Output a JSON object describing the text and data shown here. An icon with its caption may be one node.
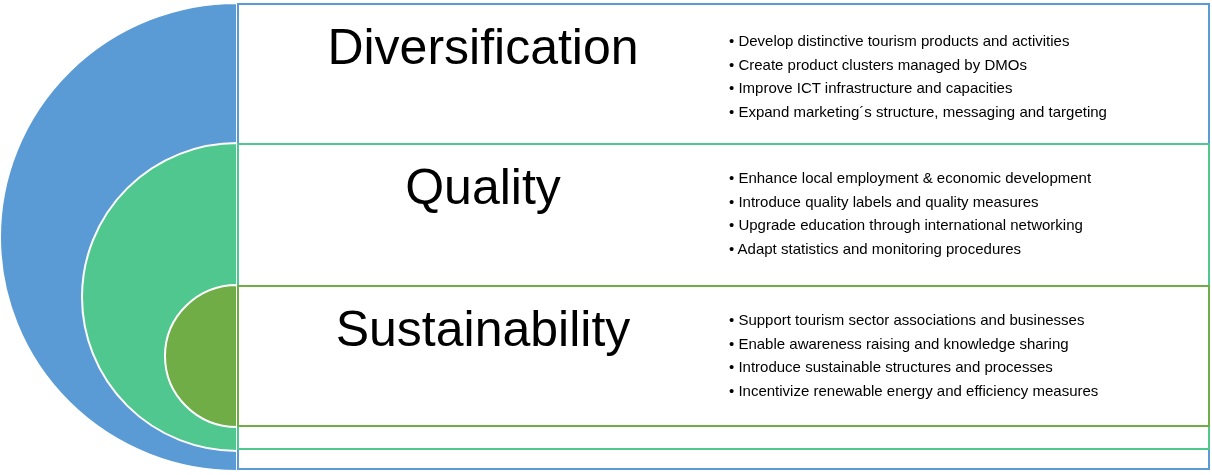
{
  "diagram": {
    "nodes": [
      {
        "text": [
          "Diversification",
          "• Develop distinctive tourism products and activities",
          "• Create product clusters managed by DMOs",
          "• Improve ICT infrastructure and capacities",
          "• Expand marketing´s structure, messaging and targeting"
        ]
      },
      {
        "text": [
          "Quality",
          "• Enhance local employment & economic development",
          "• Introduce quality labels and quality measures",
          "• Upgrade education through international networking",
          "• Adapt statistics and monitoring procedures"
        ],
        "in": 0
      },
      {
        "text": [
          "Sustainability",
          "• Support tourism sector associations and businesses",
          "• Enable awareness raising and knowledge sharing",
          "• Introduce sustainable structures and processes",
          "• Incentivize renewable energy and efficiency measures"
        ],
        "in": 1
      }
    ]
  }
}
